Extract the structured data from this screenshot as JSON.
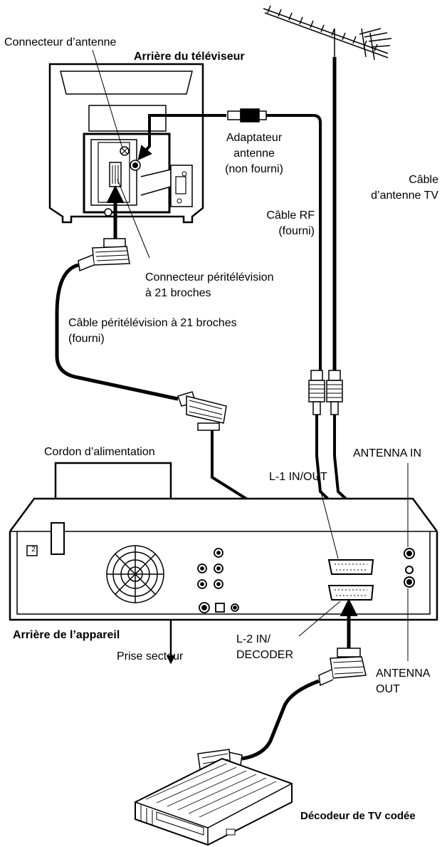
{
  "labels": {
    "antenna_connector": "Connecteur d’antenne",
    "tv_rear": "Arrière du téléviseur",
    "adapter_1": "Adaptateur",
    "adapter_2": "antenne",
    "adapter_3": "(non fourni)",
    "tv_cable_1": "Câble",
    "tv_cable_2": "d’antenne TV",
    "rf_cable_1": "Câble RF",
    "rf_cable_2": "(fourni)",
    "scart_connector_1": "Connecteur péritélévision",
    "scart_connector_2": "à 21 broches",
    "scart_cable_1": "Câble péritélévision à 21 broches",
    "scart_cable_2": "(fourni)",
    "power_cord": "Cordon d’alimentation",
    "l1": "L-1 IN/OUT",
    "antenna_in": "ANTENNA IN",
    "unit_rear": "Arrière de l’appareil",
    "outlet": "Prise secteur",
    "l2_1": "L-2 IN/",
    "l2_2": "DECODER",
    "antenna_out_1": "ANTENNA",
    "antenna_out_2": "OUT",
    "decoder": "Décodeur de TV codée"
  },
  "badge": "2"
}
